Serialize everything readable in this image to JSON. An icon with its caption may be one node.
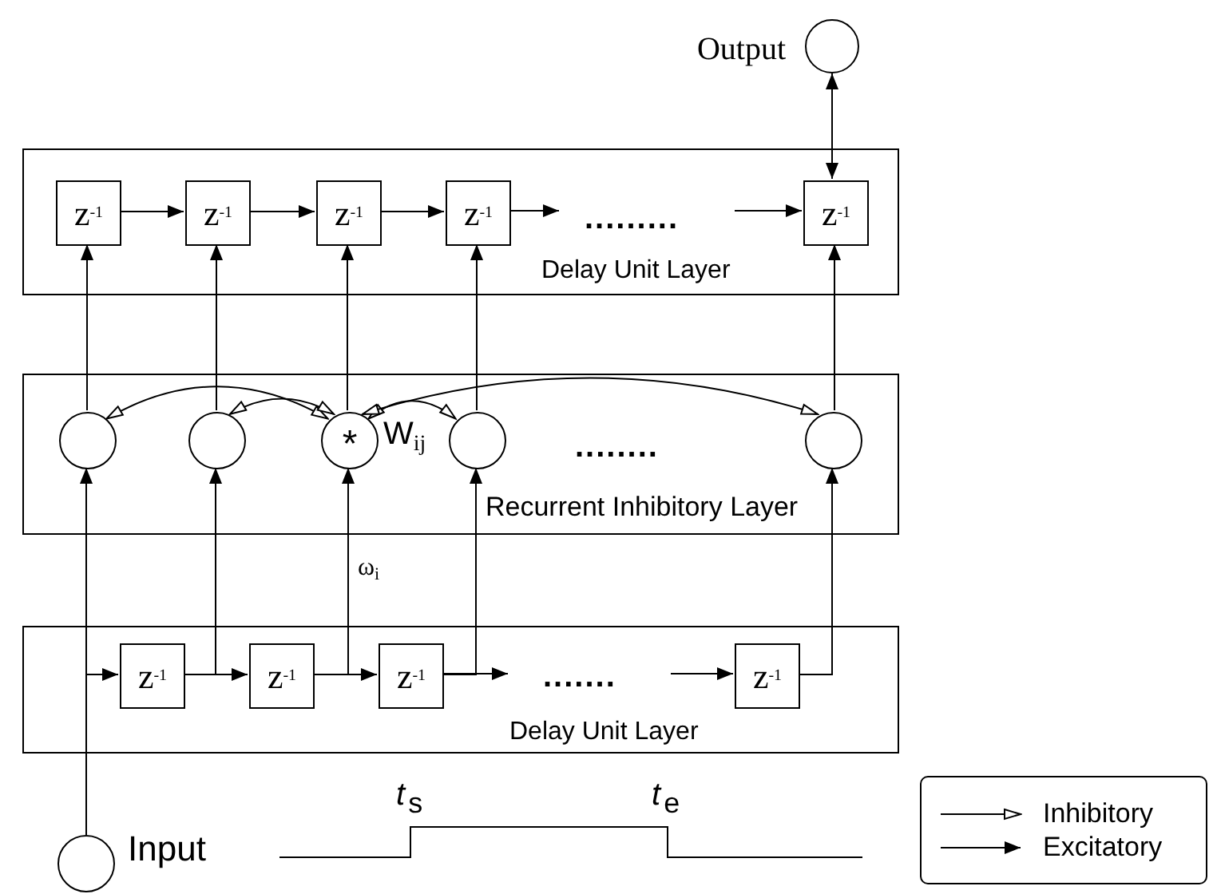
{
  "diagram": {
    "nodes": [
      {
        "text": [],
        "shape": "circle",
        "beside": [
          "Output"
        ]
      },
      {
        "text": [
          "Delay Unit Layer"
        ]
      },
      {
        "text": [
          "z$^{-1}$"
        ],
        "in": 1
      },
      {
        "text": [
          "z$^{-1}$"
        ],
        "in": 1
      },
      {
        "text": [
          "z$^{-1}$"
        ],
        "in": 1
      },
      {
        "text": [
          "z$^{-1}$"
        ],
        "in": 1
      },
      {
        "text": [
          "z$^{-1}$"
        ],
        "in": 1
      },
      {
        "text": [
          "Recurrent Inhibitory Layer"
        ]
      },
      {
        "text": [],
        "shape": "circle",
        "in": 7
      },
      {
        "text": [],
        "shape": "circle",
        "in": 7
      },
      {
        "text": [
          "*"
        ],
        "in": 7
      },
      {
        "text": [],
        "shape": "circle",
        "in": 7
      },
      {
        "text": [],
        "shape": "circle",
        "in": 7
      },
      {
        "text": [
          "Delay Unit Layer"
        ]
      },
      {
        "text": [
          "z$^{-1}$"
        ],
        "in": 13
      },
      {
        "text": [
          "z$^{-1}$"
        ],
        "in": 13
      },
      {
        "text": [
          "z$^{-1}$"
        ],
        "in": 13
      },
      {
        "text": [
          "z$^{-1}$"
        ],
        "in": 13
      },
      {
        "text": [],
        "shape": "circle",
        "beside": [
          "Input"
        ]
      }
    ],
    "edges": [
      {
        "from": 2,
        "to": 3,
        "arrow": "to"
      },
      {
        "from": 3,
        "to": 4,
        "arrow": "to"
      },
      {
        "from": 4,
        "to": 5,
        "arrow": "to"
      },
      {
        "from": 5,
        "to": null,
        "arrow": "to"
      },
      {
        "from": null,
        "to": 6,
        "arrow": "to"
      },
      {
        "from": 6,
        "to": 0,
        "arrow": "both"
      },
      {
        "from": 8,
        "to": 2,
        "arrow": "to"
      },
      {
        "from": 9,
        "to": 3,
        "arrow": "to"
      },
      {
        "from": 10,
        "to": 4,
        "arrow": "to"
      },
      {
        "from": 11,
        "to": 5,
        "arrow": "to"
      },
      {
        "from": 12,
        "to": 6,
        "arrow": "to"
      },
      {
        "from": 10,
        "to": 8,
        "arrow": "both"
      },
      {
        "from": 10,
        "to": 9,
        "arrow": "both"
      },
      {
        "from": 10,
        "to": 11,
        "arrow": "both",
        "label": "W$_{ij}$"
      },
      {
        "from": 10,
        "to": 12,
        "arrow": "both"
      },
      {
        "from": 18,
        "to": 8,
        "arrow": "to"
      },
      {
        "from": 18,
        "to": 14,
        "arrow": "to"
      },
      {
        "from": 14,
        "to": 9,
        "arrow": "to"
      },
      {
        "from": 14,
        "to": 15,
        "arrow": "to"
      },
      {
        "from": 15,
        "to": 10,
        "arrow": "to",
        "label": "ω$_{i}$"
      },
      {
        "from": 15,
        "to": 16,
        "arrow": "to"
      },
      {
        "from": 16,
        "to": 11,
        "arrow": "to"
      },
      {
        "from": 16,
        "to": null,
        "arrow": "to"
      },
      {
        "from": null,
        "to": 17,
        "arrow": "to"
      },
      {
        "from": 17,
        "to": 12,
        "arrow": "to"
      }
    ],
    "labels": [
      ".........",
      "........",
      ".......",
      "*t*$_{s}$",
      "*t*$_{e}$"
    ],
    "legend": [
      {
        "text": "Inhibitory"
      },
      {
        "text": "Excitatory"
      }
    ]
  }
}
